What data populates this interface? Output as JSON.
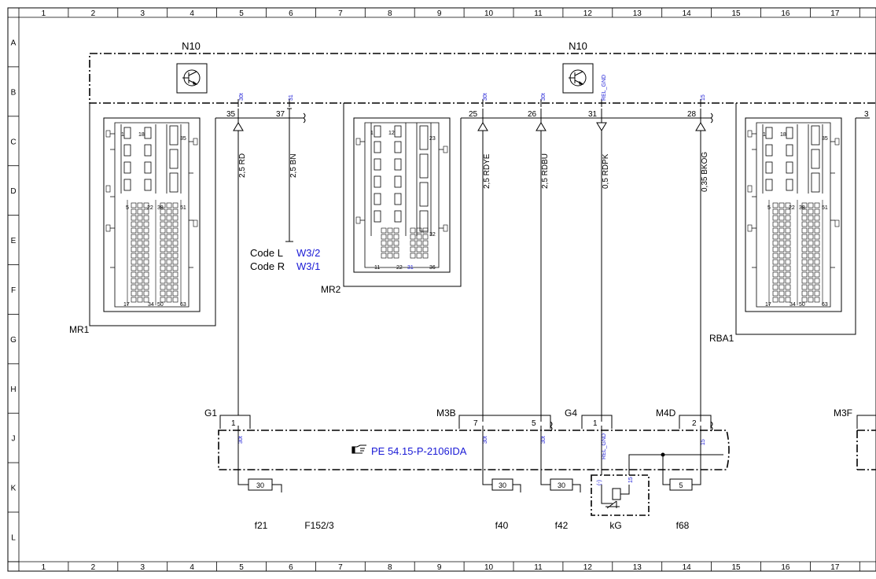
{
  "colors": {
    "line": "#000000",
    "blue": "#1a1ad6",
    "frame": "#000000"
  },
  "columns": [
    "1",
    "2",
    "3",
    "4",
    "5",
    "6",
    "7",
    "8",
    "9",
    "10",
    "11",
    "12",
    "13",
    "14",
    "15",
    "16",
    "17"
  ],
  "rows": [
    "A",
    "B",
    "C",
    "D",
    "E",
    "F",
    "G",
    "H",
    "J",
    "K",
    "L"
  ],
  "modules": {
    "n10_left": "N10",
    "n10_right": "N10",
    "mr1": "MR1",
    "mr2": "MR2",
    "rba1": "RBA1"
  },
  "pins_top": {
    "p35": {
      "num": "35",
      "tag": "30t"
    },
    "p37": {
      "num": "37",
      "tag": "31"
    },
    "p25": {
      "num": "25",
      "tag": "30t"
    },
    "p26": {
      "num": "26",
      "tag": "30t"
    },
    "p31": {
      "num": "31",
      "tag": "REL_GND"
    },
    "p28": {
      "num": "28",
      "tag": "15"
    },
    "p3": {
      "num": "3"
    }
  },
  "wires": {
    "w1": "2,5 RD",
    "w2": "2,5 BN",
    "w3": "2,5 RDYE",
    "w4": "2,5 RDBU",
    "w5": "0,5 RDPK",
    "w6": "0,35 BKOG"
  },
  "codes": {
    "l_label": "Code L",
    "l_ref": "W3/2",
    "r_label": "Code R",
    "r_ref": "W3/1"
  },
  "connectors": {
    "g1": {
      "name": "G1",
      "pin": "1"
    },
    "m3b": {
      "name": "M3B",
      "pin": "7",
      "pin2": "5"
    },
    "g4": {
      "name": "G4",
      "pin": "1"
    },
    "m4d": {
      "name": "M4D",
      "pin": "2"
    },
    "m3f": {
      "name": "M3F"
    }
  },
  "lower_tags": {
    "t1": "30t",
    "t2": "30t",
    "t3": "30t",
    "t4": "REL_GND",
    "t5": "15"
  },
  "reference": "PE 54.15-P-2106IDA",
  "fuses": {
    "f21": {
      "value": "30",
      "label": "f21"
    },
    "f40": {
      "value": "30",
      "label": "f40"
    },
    "f42": {
      "value": "30",
      "label": "f42"
    },
    "f68": {
      "value": "5",
      "label": "f68"
    },
    "kg": {
      "label": "kG",
      "minus": "(-)",
      "plus": "15"
    },
    "f152": {
      "label": "F152/3"
    }
  },
  "connector_pins": {
    "mr1": {
      "a": "1",
      "b": "18",
      "c": "35",
      "d": "5",
      "e": "22",
      "f": "38",
      "g": "51",
      "h": "17",
      "i": "34",
      "j": "50",
      "k": "63"
    },
    "mr2": {
      "a": "1",
      "b": "12",
      "c": "23",
      "d": "32",
      "e": "11",
      "f": "22",
      "g": "31",
      "h": "36"
    },
    "rba1": {
      "a": "1",
      "b": "18",
      "c": "35",
      "d": "5",
      "e": "22",
      "f": "38",
      "g": "51",
      "h": "17",
      "i": "34",
      "j": "50",
      "k": "63"
    }
  }
}
